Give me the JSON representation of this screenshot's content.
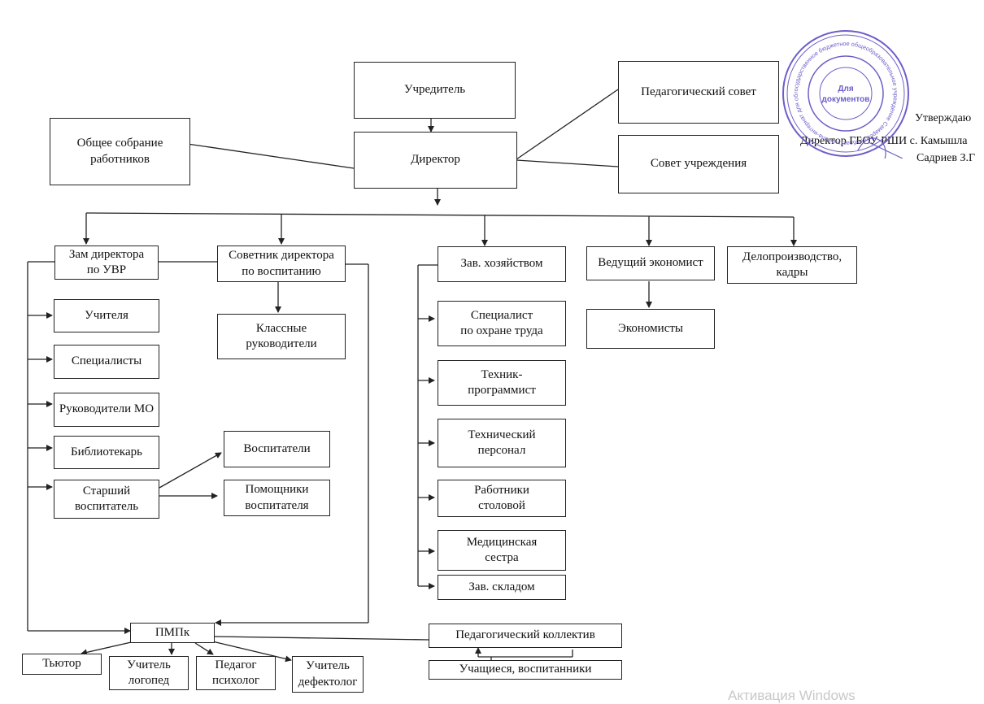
{
  "boxes": {
    "founder": "Учредитель",
    "ped_council": "Педагогический совет",
    "general_meeting": "Общее собрание\nработников",
    "director": "Директор",
    "institution_council": "Совет учреждения",
    "deputy_uvr": "Зам директора\nпо УВР",
    "advisor": "Советник директора\nпо воспитанию",
    "supply_head": "Зав. хозяйством",
    "lead_economist": "Ведущий экономист",
    "records": "Делопроизводство,\nкадры",
    "teachers": "Учителя",
    "specialists": "Специалисты",
    "mo_heads": "Руководители МО",
    "librarian": "Библиотекарь",
    "senior_educator": "Старший\nвоспитатель",
    "class_teachers": "Классные\nруководители",
    "educators": "Воспитатели",
    "educator_assistants": "Помощники\nвоспитателя",
    "labor_safety": "Специалист\nпо охране труда",
    "programmer": "Техник-\nпрограммист",
    "tech_staff": "Технический\nперсонал",
    "canteen": "Работники\nстоловой",
    "nurse": "Медицинская\nсестра",
    "warehouse": "Зав. складом",
    "economists": "Экономисты",
    "pmpk": "ПМПк",
    "ped_collective": "Педагогический коллектив",
    "students": "Учащиеся, воспитанники",
    "tutor": "Тьютор",
    "speech_therapist": "Учитель\nлогопед",
    "psychologist": "Педагог\nпсихолог",
    "defectologist": "Учитель\nдефектолог"
  },
  "approval": {
    "line1": "Утверждаю",
    "line2": "Директор ГБОУ РШИ с. Камышла",
    "line3": "Садриев З.Г"
  },
  "stamp": {
    "center_text": "Для\nдокументов",
    "ring_text": "государственное бюджетное общеобразовательное учреждение Самарской области школа-интернат для обучающихся с ограниченными возможностями здоровья имени А.З. Акчурина"
  },
  "watermark": "Активация Windows",
  "colors": {
    "line": "#222222",
    "stamp": "#6a5fc9"
  }
}
